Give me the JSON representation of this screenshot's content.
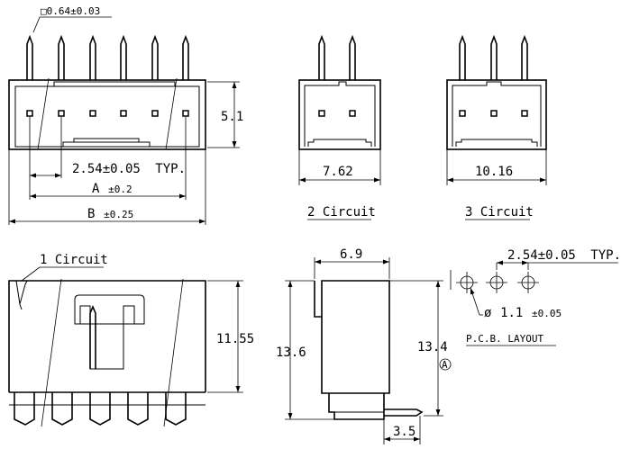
{
  "top_view": {
    "pin_size": "□0.64±0.03",
    "height": "5.1",
    "pitch": "2.54±0.05",
    "pitch_suffix": "TYP.",
    "dim_a_letter": "A",
    "dim_a_tol": "±0.2",
    "dim_b_letter": "B",
    "dim_b_tol": "±0.25"
  },
  "two_circuit": {
    "width": "7.62",
    "caption": "2 Circuit"
  },
  "three_circuit": {
    "width": "10.16",
    "caption": "3 Circuit"
  },
  "front_view": {
    "caption": "1 Circuit",
    "height": "11.55"
  },
  "side_view": {
    "width": "6.9",
    "total_height": "13.6",
    "body_height": "13.4",
    "mark": "A",
    "pin_offset": "3.5"
  },
  "pcb_layout": {
    "pitch": "2.54±0.05",
    "pitch_suffix": "TYP.",
    "hole_symbol": "ø",
    "hole_dia": "1.1",
    "hole_tol": "±0.05",
    "caption": "P.C.B. LAYOUT"
  }
}
